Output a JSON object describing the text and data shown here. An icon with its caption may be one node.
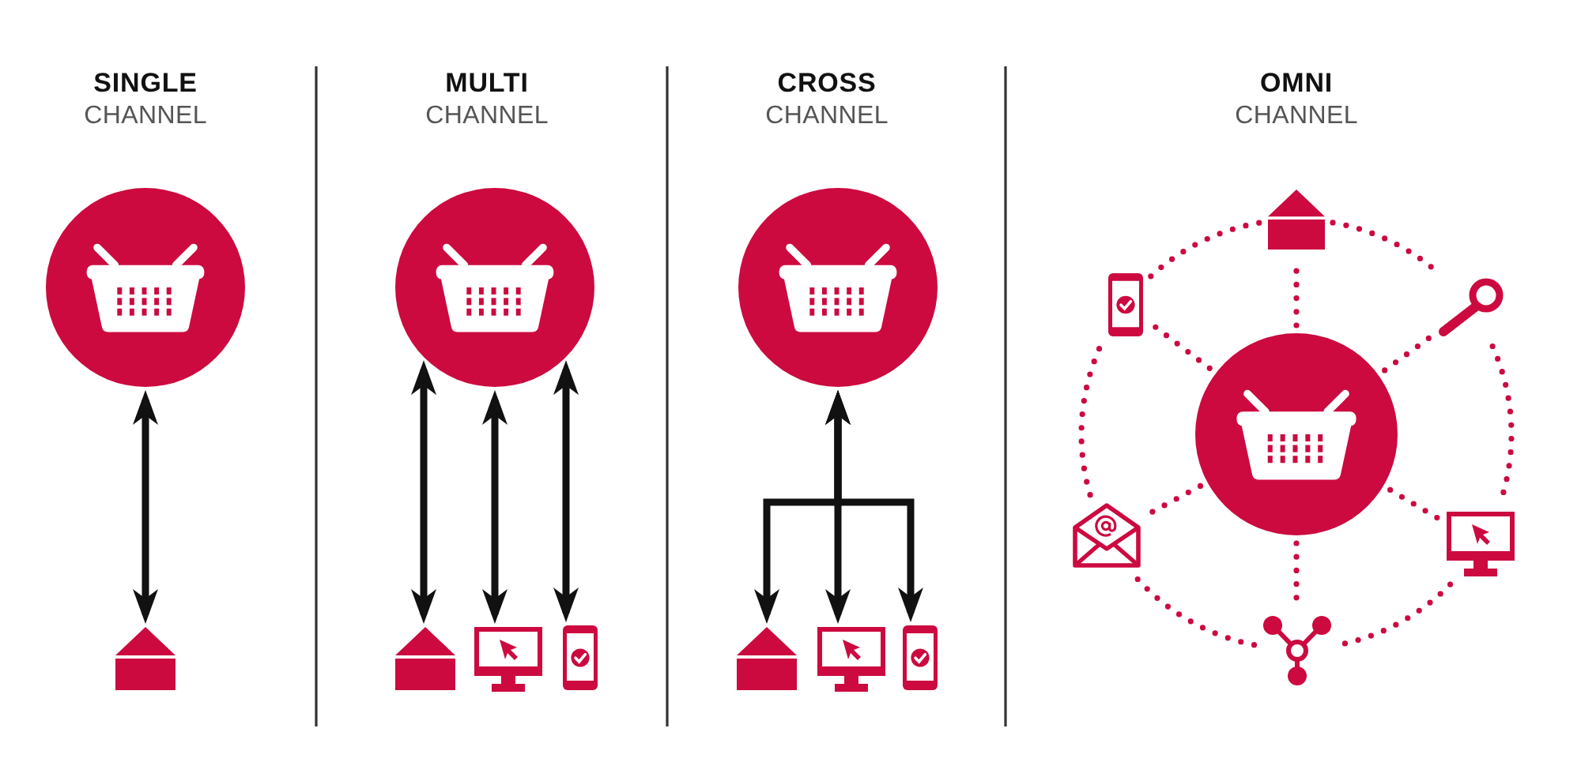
{
  "diagram": {
    "nodes": [
      {
        "text": [],
        "shape": "circle"
      },
      {
        "text": [],
        "shape": "picture"
      },
      {
        "text": [],
        "shape": "circle"
      },
      {
        "text": [],
        "shape": "picture"
      },
      {
        "text": [],
        "shape": "picture"
      },
      {
        "text": [],
        "shape": "picture"
      },
      {
        "text": [],
        "shape": "circle"
      },
      {
        "text": [],
        "shape": "picture"
      },
      {
        "text": [],
        "shape": "picture"
      },
      {
        "text": [],
        "shape": "picture"
      },
      {
        "text": [],
        "shape": "circle"
      },
      {
        "text": [],
        "shape": "picture"
      },
      {
        "text": [],
        "shape": "picture"
      },
      {
        "text": [],
        "shape": "picture"
      },
      {
        "text": [],
        "shape": "picture"
      },
      {
        "text": [],
        "shape": "picture"
      },
      {
        "text": [],
        "shape": "picture"
      }
    ],
    "edges": [
      {
        "from": 0,
        "to": 1,
        "arrow": "both",
        "color": "#111111"
      },
      {
        "from": 2,
        "to": 3,
        "arrow": "both",
        "color": "#111111"
      },
      {
        "from": 2,
        "to": 4,
        "arrow": "both",
        "color": "#111111"
      },
      {
        "from": 2,
        "to": 5,
        "arrow": "both",
        "color": "#111111"
      },
      {
        "from": 6,
        "to": 7,
        "arrow": "both",
        "color": "#111111"
      },
      {
        "from": 6,
        "to": 8,
        "arrow": "both",
        "color": "#111111"
      },
      {
        "from": 6,
        "to": 9,
        "arrow": "both",
        "color": "#111111"
      },
      {
        "from": 10,
        "to": 11,
        "arrow": "none",
        "style": "dashed"
      },
      {
        "from": 10,
        "to": 12,
        "arrow": "none",
        "style": "dashed"
      },
      {
        "from": 10,
        "to": 13,
        "arrow": "none",
        "style": "dashed"
      },
      {
        "from": 10,
        "to": 14,
        "arrow": "none",
        "style": "dashed"
      },
      {
        "from": 10,
        "to": 15,
        "arrow": "none",
        "style": "dashed"
      },
      {
        "from": 10,
        "to": 16,
        "arrow": "none",
        "style": "dashed"
      },
      {
        "from": 11,
        "to": 13,
        "arrow": "none",
        "style": "dashed"
      },
      {
        "from": 13,
        "to": 15,
        "arrow": "none",
        "style": "dashed"
      },
      {
        "from": 15,
        "to": 16,
        "arrow": "none",
        "style": "dashed"
      },
      {
        "from": 16,
        "to": 14,
        "arrow": "none",
        "style": "dashed"
      },
      {
        "from": 14,
        "to": 12,
        "arrow": "none",
        "style": "dashed"
      },
      {
        "from": 12,
        "to": 11,
        "arrow": "none",
        "style": "dashed"
      }
    ],
    "labels": [
      "SINGLE",
      "CHANNEL",
      "MULTI",
      "CHANNEL",
      "CROSS",
      "CHANNEL",
      "OMNI",
      "CHANNEL"
    ]
  }
}
